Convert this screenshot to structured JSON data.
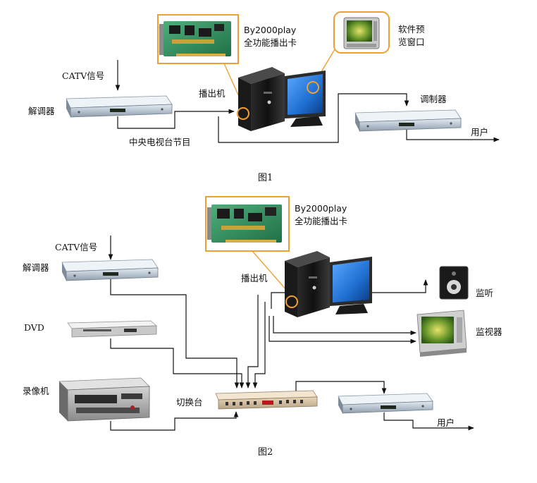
{
  "colors": {
    "highlight": "#f0a030",
    "connector": "#111111",
    "rack_silver": "#c9d3dc",
    "pcb_green": "#2e8b57",
    "monitor_blue": "#1f6fd1"
  },
  "figure1": {
    "caption": "图1",
    "card_title": "By2000play",
    "card_subtitle": "全功能播出卡",
    "preview_line1": "软件预",
    "preview_line2": "览窗口",
    "catv_label": "CATV信号",
    "demod_label": "解调器",
    "player_label": "播出机",
    "program_label": "中央电视台节目",
    "modulator_label": "调制器",
    "user_label": "用户"
  },
  "figure2": {
    "caption": "图2",
    "card_title": "By2000play",
    "card_subtitle": "全功能播出卡",
    "catv_label": "CATV信号",
    "demod_label": "解调器",
    "dvd_label": "DVD",
    "vcr_label": "录像机",
    "player_label": "播出机",
    "switcher_label": "切换台",
    "speaker_label": "监听",
    "monitor_label": "监视器",
    "user_label": "用户"
  },
  "icons": [
    "pcb-card-icon",
    "rack-unit-icon",
    "pc-tower-icon",
    "lcd-monitor-icon",
    "crt-monitor-icon",
    "speaker-icon",
    "dvd-player-icon",
    "vcr-deck-icon",
    "switcher-icon"
  ]
}
